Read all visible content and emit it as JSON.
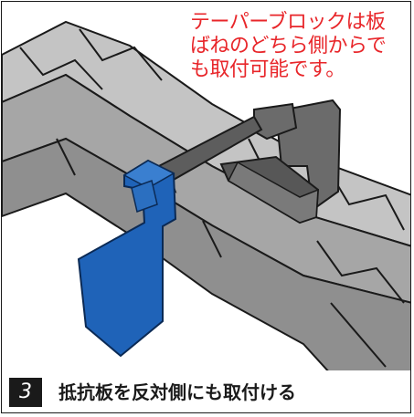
{
  "annotation": {
    "lines": [
      "テーパーブロックは板",
      "ばねのどちら側からで",
      "も取付可能です。"
    ]
  },
  "caption": {
    "step_number": "3",
    "text": "抵抗板を反対側にも取付ける"
  },
  "colors": {
    "annotation_text": "#e8262a",
    "rail": "#b3b3b3",
    "taper_block": "#555555",
    "resistance_plate": "#1f63b8"
  },
  "icons": {
    "leaf_spring": "leaf-spring-rail",
    "taper_block": "taper-block",
    "resistance_plate": "resistance-plate"
  }
}
